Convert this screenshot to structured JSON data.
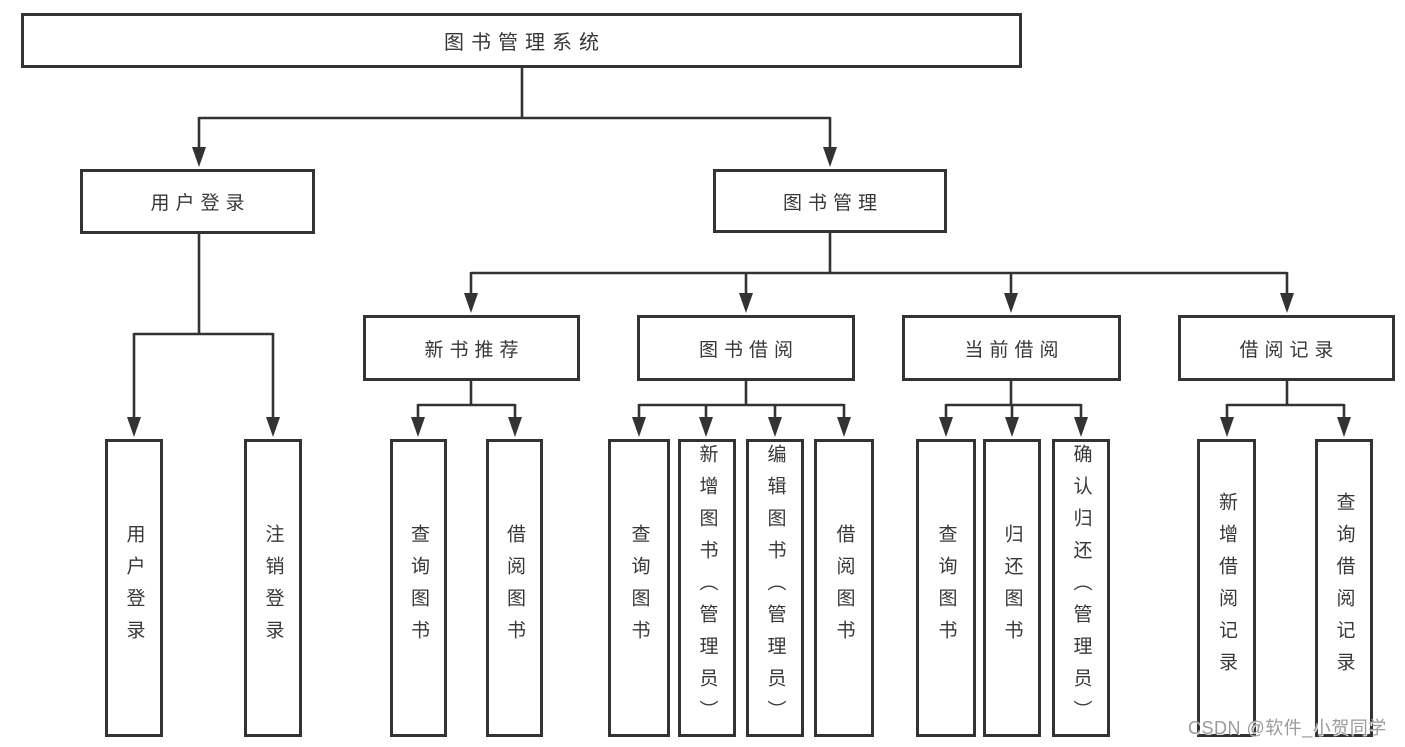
{
  "diagram": {
    "title": "图书管理系统",
    "level1": [
      {
        "label": "用户登录",
        "children": [
          "用户登录",
          "注销登录"
        ]
      },
      {
        "label": "图书管理",
        "sections": [
          {
            "label": "新书推荐",
            "children": [
              "查询图书",
              "借阅图书"
            ]
          },
          {
            "label": "图书借阅",
            "children": [
              "查询图书",
              "新增图书（管理员）",
              "编辑图书（管理员）",
              "借阅图书"
            ]
          },
          {
            "label": "当前借阅",
            "children": [
              "查询图书",
              "归还图书",
              "确认归还（管理员）"
            ]
          },
          {
            "label": "借阅记录",
            "children": [
              "新增借阅记录",
              "查询借阅记录"
            ]
          }
        ]
      }
    ]
  },
  "watermark": {
    "text": "CSDN @软件_小贺同学"
  },
  "colors": {
    "line": "#333333",
    "text": "#383838",
    "box_background": "#ffffff",
    "watermark": "#9b9b9b"
  }
}
